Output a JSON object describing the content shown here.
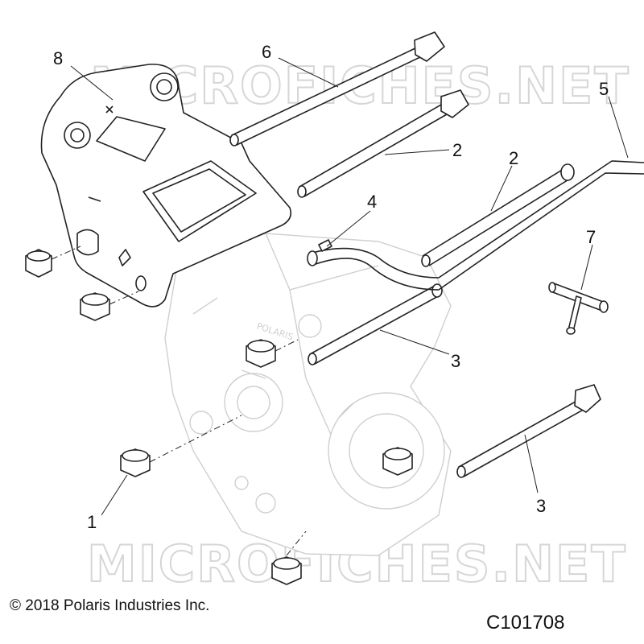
{
  "watermark": "MICROFICHES.NET",
  "callouts": {
    "c1": "1",
    "c2a": "2",
    "c2b": "2",
    "c3a": "3",
    "c3b": "3",
    "c4": "4",
    "c5": "5",
    "c6": "6",
    "c7": "7",
    "c8": "8"
  },
  "housing_marks": {
    "brand": "POLARIS"
  },
  "footer": {
    "copyright": "© 2018 Polaris Industries Inc.",
    "figure_id": "C101708"
  }
}
